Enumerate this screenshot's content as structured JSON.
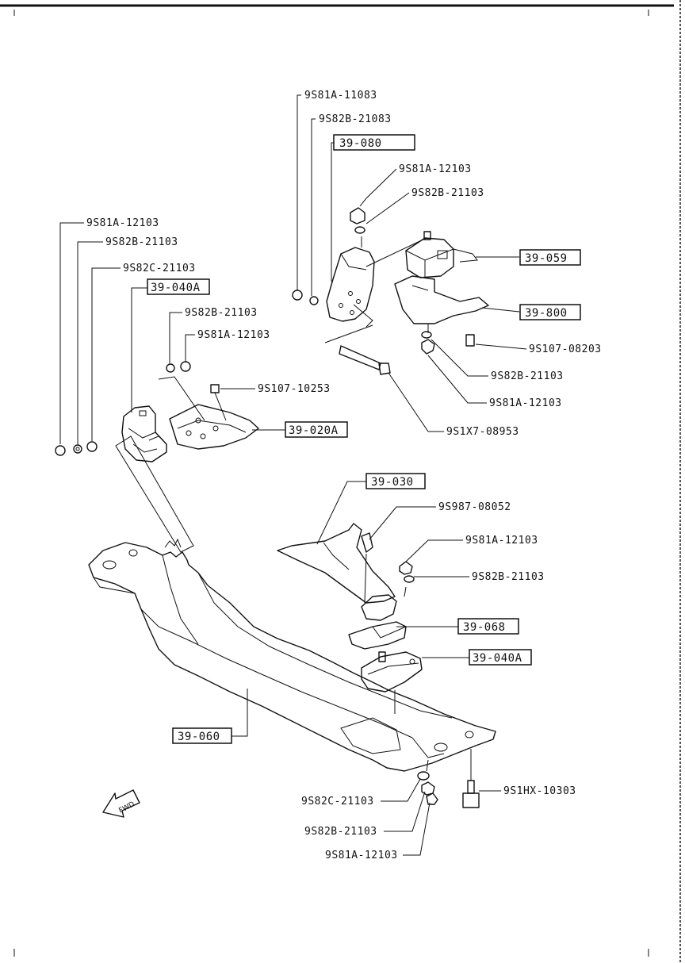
{
  "fwd_label": "FWD",
  "callouts": {
    "c1": "9S81A-11083",
    "c2": "9S82B-21083",
    "c3": "39-080",
    "c4": "9S81A-12103",
    "c5": "9S82B-21103",
    "c6": "39-059",
    "c7": "39-800",
    "c8": "9S107-08203",
    "c9": "9S82B-21103",
    "c10": "9S81A-12103",
    "c11": "9S1X7-08953",
    "c12": "9S81A-12103",
    "c13": "9S82B-21103",
    "c14": "9S82C-21103",
    "c15": "39-040A",
    "c16": "9S82B-21103",
    "c17": "9S81A-12103",
    "c18": "9S107-10253",
    "c19": "39-020A",
    "c20": "39-030",
    "c21": "9S987-08052",
    "c22": "9S81A-12103",
    "c23": "9S82B-21103",
    "c24": "39-068",
    "c25": "39-040A",
    "c26": "39-060",
    "c27": "9S1HX-10303",
    "c28": "9S82C-21103",
    "c29": "9S82B-21103",
    "c30": "9S81A-12103"
  }
}
